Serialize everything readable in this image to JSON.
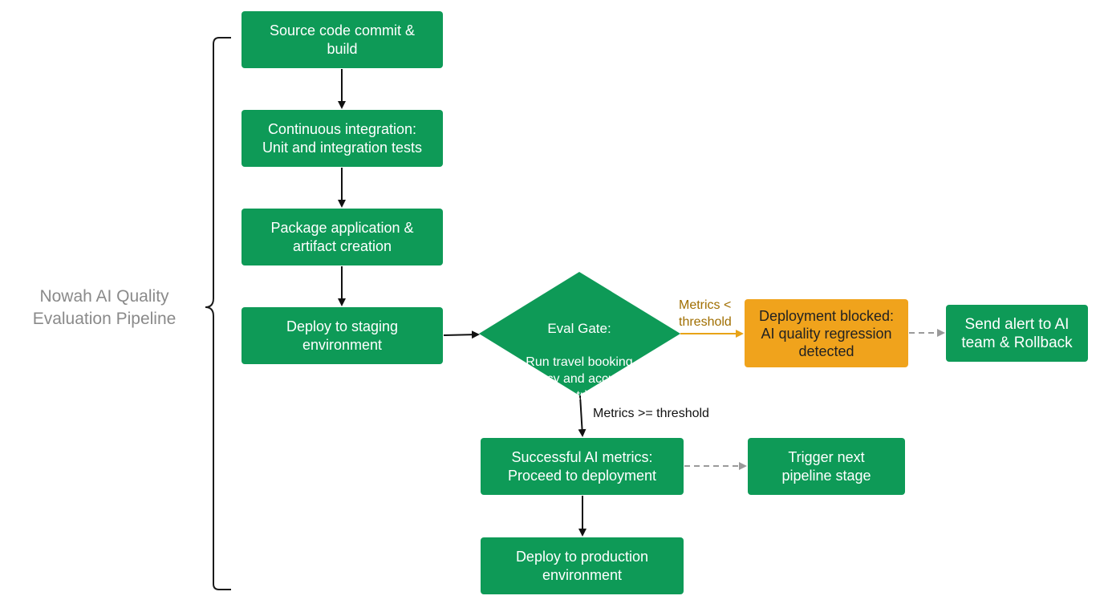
{
  "pipeline_label": "Nowah AI Quality\nEvaluation Pipeline",
  "steps": {
    "commit": "Source code commit &\nbuild",
    "ci": "Continuous integration:\nUnit and integration tests",
    "package": "Package application &\nartifact creation",
    "staging": "Deploy to staging\nenvironment",
    "success": "Successful AI metrics:\nProceed to deployment",
    "production": "Deploy to production\nenvironment",
    "trigger": "Trigger next\npipeline stage",
    "blocked": "Deployment blocked:\nAI quality regression\ndetected",
    "alert": "Send alert to AI\nteam & Rollback"
  },
  "gate": {
    "title": "Eval Gate:",
    "body": "Run travel booking\nlatency and accuracy\nmetrics"
  },
  "edges": {
    "fail_label": "Metrics <\nthreshold",
    "pass_label": "Metrics >= threshold"
  },
  "colors": {
    "node_green": "#0e9a57",
    "node_orange": "#f0a31c",
    "fail_arrow": "#e8a317",
    "dashed_arrow": "#9a9a9a",
    "side_label": "#8a8a8a"
  }
}
